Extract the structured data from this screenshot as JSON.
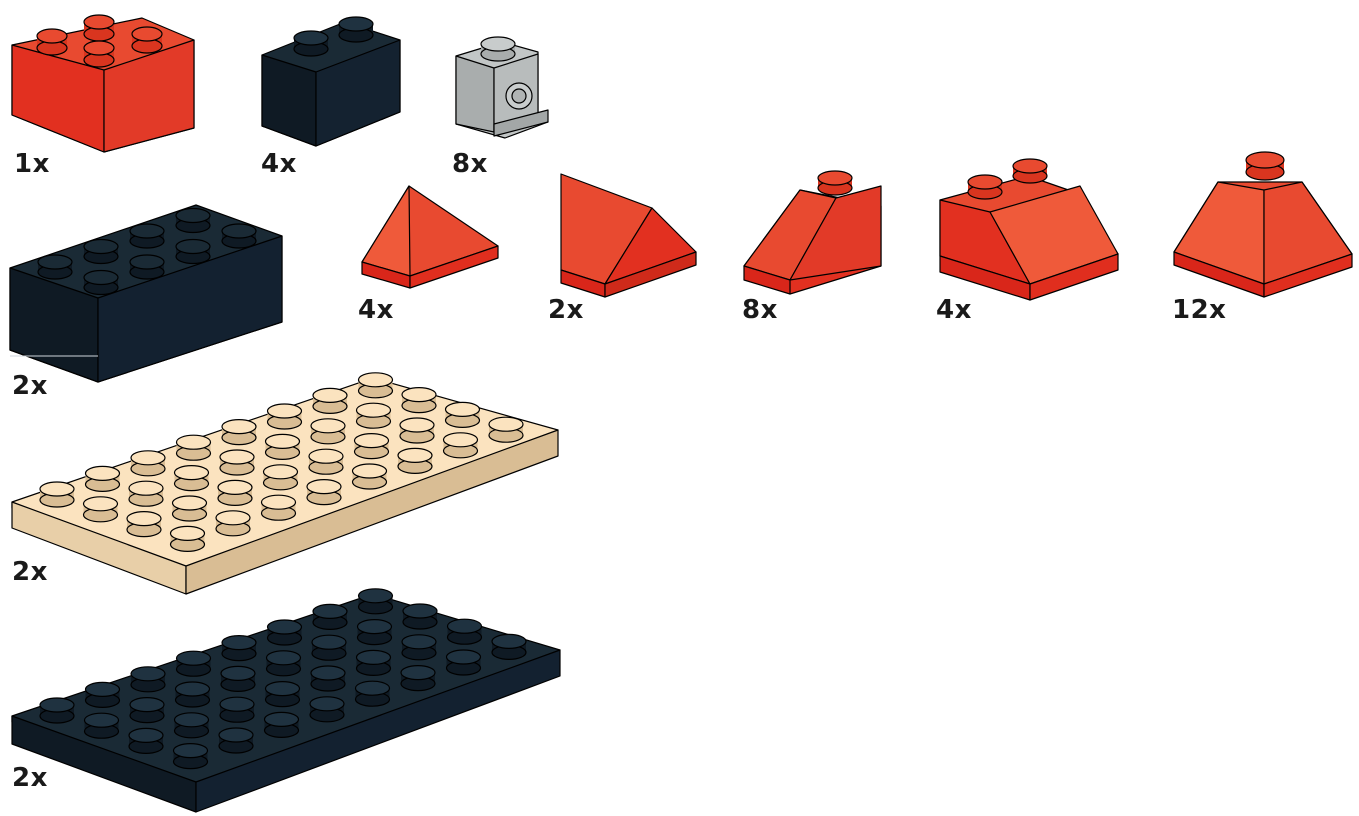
{
  "colors": {
    "red_top": "#e84a30",
    "red_side": "#e23020",
    "red_dark": "#cf2a1a",
    "black_top": "#1a2a35",
    "black_side": "#0f1a24",
    "grey_top": "#c2c6c6",
    "grey_side": "#a9adad",
    "tan_top": "#fbe3bf",
    "tan_side": "#e8cfa8",
    "tan_dark": "#d9bd94"
  },
  "parts": [
    {
      "label": "1x",
      "part": "brick-2x2-red"
    },
    {
      "label": "4x",
      "part": "brick-1x2-black"
    },
    {
      "label": "8x",
      "part": "brick-1x1-headlight-grey"
    },
    {
      "label": "2x",
      "part": "brick-2x4-black"
    },
    {
      "label": "4x",
      "part": "slope-pyramid-red"
    },
    {
      "label": "2x",
      "part": "slope-double-red"
    },
    {
      "label": "8x",
      "part": "slope-1x2-red"
    },
    {
      "label": "4x",
      "part": "slope-2x2-red"
    },
    {
      "label": "12x",
      "part": "slope-corner-red"
    },
    {
      "label": "2x",
      "part": "plate-4x8-tan"
    },
    {
      "label": "2x",
      "part": "plate-4x8-black"
    }
  ]
}
